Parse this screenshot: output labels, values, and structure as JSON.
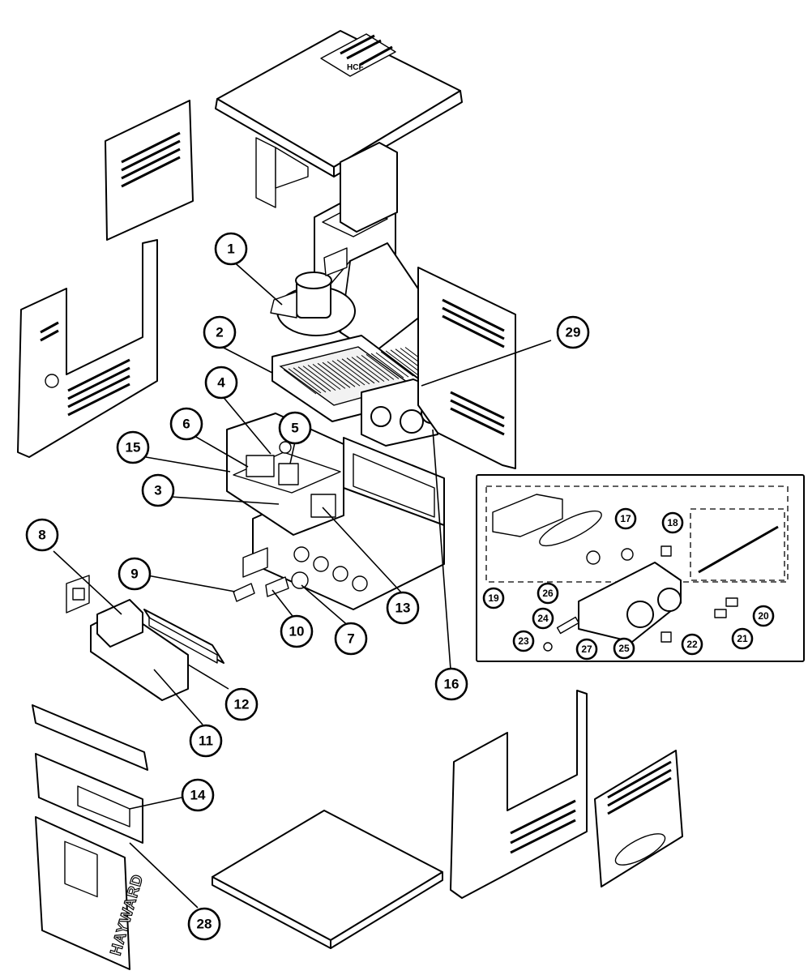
{
  "diagram": {
    "brand_text": "HAYWARD",
    "top_logo_text": "HCF",
    "callouts": [
      "1",
      "2",
      "3",
      "4",
      "5",
      "6",
      "7",
      "8",
      "9",
      "10",
      "11",
      "12",
      "13",
      "14",
      "15",
      "16",
      "17",
      "18",
      "19",
      "20",
      "21",
      "22",
      "23",
      "24",
      "25",
      "26",
      "27",
      "28",
      "29"
    ]
  }
}
